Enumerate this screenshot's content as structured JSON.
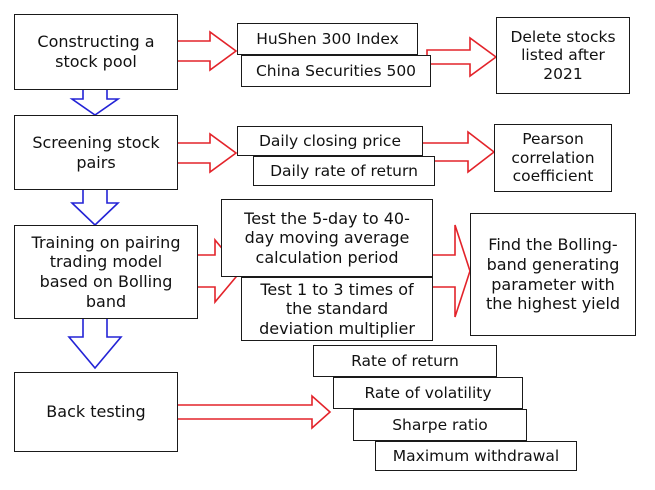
{
  "colors": {
    "box_border": "#1a1a1a",
    "red_arrow": "#e3232a",
    "blue_arrow": "#2323d6"
  },
  "boxes": {
    "construct_pool": "Constructing a stock pool",
    "hushen": "HuShen 300 Index",
    "csi500": "China Securities 500",
    "delete_stocks": "Delete stocks listed after 2021",
    "screening": "Screening stock pairs",
    "closing_price": "Daily closing price",
    "daily_return": "Daily rate of return",
    "pearson": "Pearson correlation coefficient",
    "training": "Training on pairing trading model based on Bolling band",
    "test_ma": "Test the 5-day to 40-day moving average calculation period",
    "test_std": "Test 1 to 3 times of the standard deviation multiplier",
    "find_param": "Find the Bolling-band generating parameter with the highest yield",
    "back_testing": "Back testing",
    "rate_return": "Rate of return",
    "rate_volatility": "Rate of volatility",
    "sharpe": "Sharpe ratio",
    "max_withdrawal": "Maximum withdrawal"
  }
}
